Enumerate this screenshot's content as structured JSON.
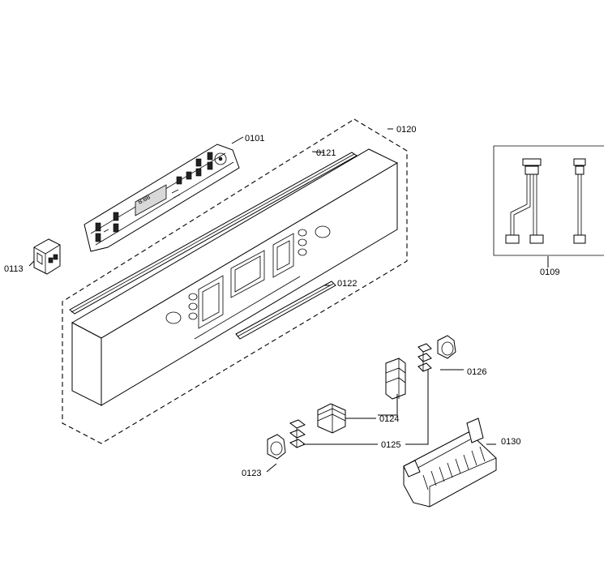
{
  "labels": {
    "p0101": "0101",
    "p0109": "0109",
    "p0113": "0113",
    "p0120": "0120",
    "p0121": "0121",
    "p0122": "0122",
    "p0123": "0123",
    "p0124": "0124",
    "p0125": "0125",
    "p0126": "0126",
    "p0130": "0130"
  },
  "display": {
    "segment_text": "8:88"
  }
}
